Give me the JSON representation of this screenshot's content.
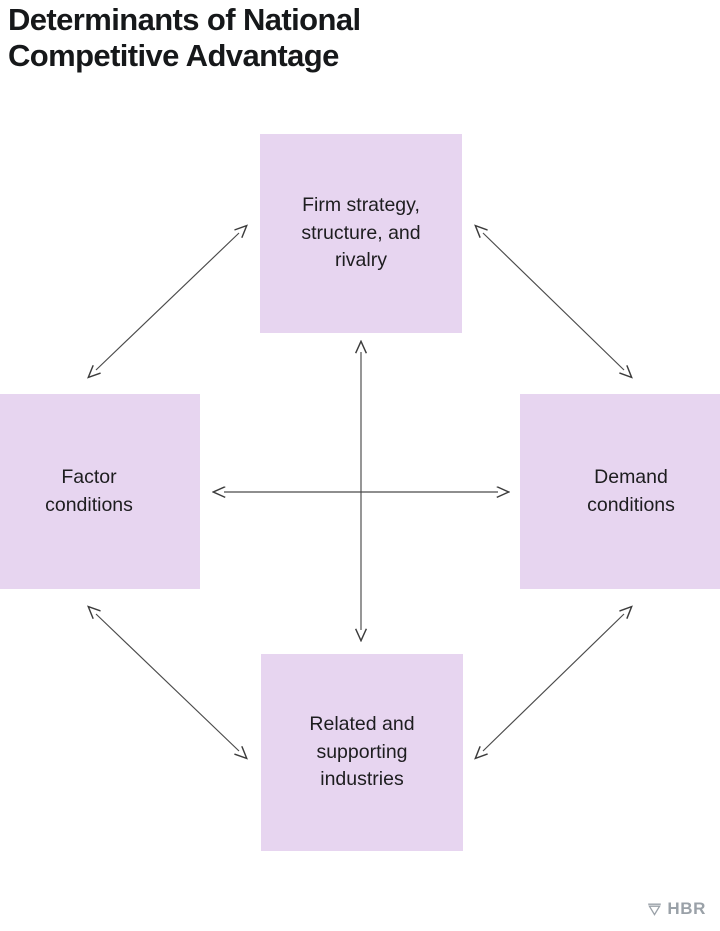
{
  "title": "Determinants of National\nCompetitive Advantage",
  "diagram": {
    "type": "diamond-model",
    "nodes": [
      {
        "id": "firm-strategy",
        "label": "Firm strategy,\nstructure, and\nrivalry",
        "position": "top"
      },
      {
        "id": "factor-conditions",
        "label": "Factor\nconditions",
        "position": "left"
      },
      {
        "id": "demand-conditions",
        "label": "Demand\nconditions",
        "position": "right"
      },
      {
        "id": "related-industries",
        "label": "Related and\nsupporting\nindustries",
        "position": "bottom"
      }
    ],
    "connectors": [
      {
        "id": "center-vertical",
        "from": "firm-strategy",
        "to": "related-industries",
        "style": "double-headed"
      },
      {
        "id": "center-horizontal",
        "from": "factor-conditions",
        "to": "demand-conditions",
        "style": "double-headed"
      },
      {
        "id": "top-left",
        "from": "factor-conditions",
        "to": "firm-strategy",
        "style": "double-headed"
      },
      {
        "id": "top-right",
        "from": "firm-strategy",
        "to": "demand-conditions",
        "style": "double-headed"
      },
      {
        "id": "bottom-left",
        "from": "factor-conditions",
        "to": "related-industries",
        "style": "double-headed"
      },
      {
        "id": "bottom-right",
        "from": "related-industries",
        "to": "demand-conditions",
        "style": "double-headed"
      }
    ],
    "colors": {
      "box_fill": "#e7d5f0",
      "text": "#1d1d1f",
      "arrow": "#3c3c3c",
      "background": "#ffffff"
    }
  },
  "footer": {
    "brand": "HBR",
    "mark_icon": "hbr-triangle-icon",
    "brand_color": "#9aa1a8"
  }
}
